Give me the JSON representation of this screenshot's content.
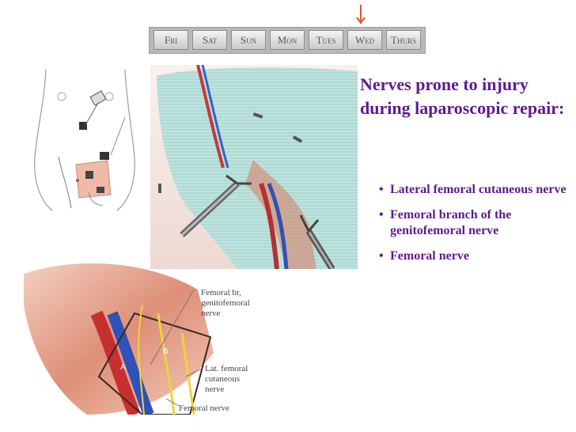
{
  "nav": {
    "days": [
      "Fri",
      "Sat",
      "Sun",
      "Mon",
      "Tues",
      "Wed",
      "Thurs"
    ],
    "current_day": "Wed",
    "arrow_color": "#e0582a"
  },
  "slide": {
    "title": "Nerves prone to injury during laparoscopic repair:",
    "bullets": [
      "Lateral femoral cutaneous nerve",
      "Femoral branch of the genitofemoral nerve",
      "Femoral nerve"
    ],
    "title_color": "#5e1a8f"
  },
  "figure_labels": {
    "femoral_br": "Femoral br,\ngenitofemoral\nnerve",
    "lat_femoral": "Lat. femoral\ncutaneous\nnerve",
    "femoral_nerve": "Femoral nerve",
    "marker_a": "A",
    "marker_b": "B"
  }
}
